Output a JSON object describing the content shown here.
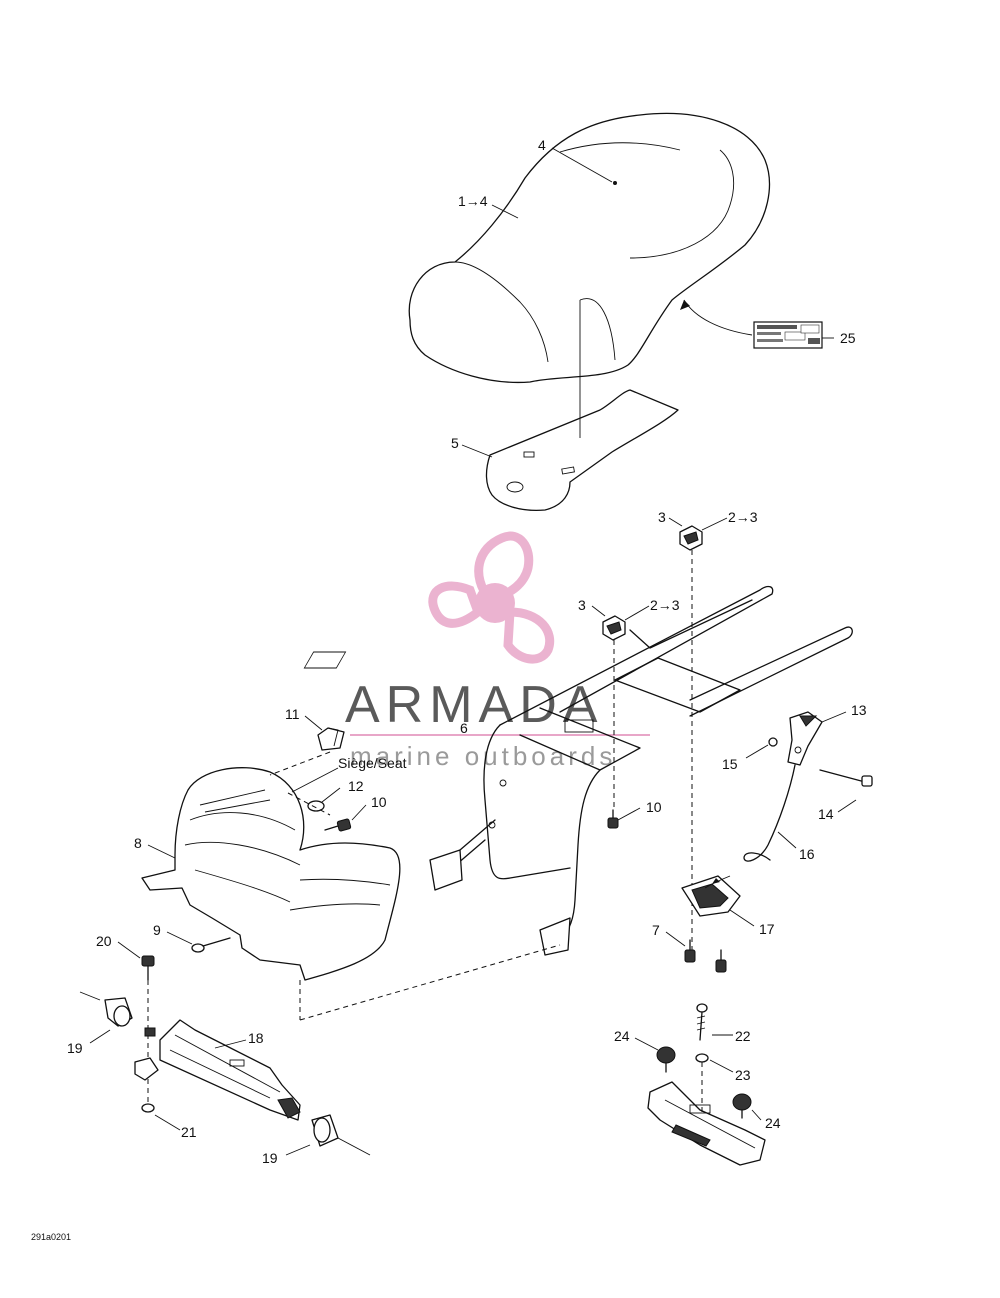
{
  "callouts": {
    "c4": "4",
    "c1to4": "1→4",
    "c25": "25",
    "c5": "5",
    "c3a": "3",
    "c2to3a": "2→3",
    "c3b": "3",
    "c2to3b": "2→3",
    "c6": "6",
    "c11": "11",
    "seat_label": "Siège/Seat",
    "c12": "12",
    "c10a": "10",
    "c10b": "10",
    "c13": "13",
    "c15": "15",
    "c14": "14",
    "c16": "16",
    "c8": "8",
    "c17": "17",
    "c7": "7",
    "c9": "9",
    "c20": "20",
    "c18": "18",
    "c19a": "19",
    "c19b": "19",
    "c21": "21",
    "c22": "22",
    "c24a": "24",
    "c23": "23",
    "c24b": "24"
  },
  "drawing_code": "291a0201",
  "watermark": {
    "title": "ARMADA",
    "subtitle": "marine outboards",
    "logo_color": "#e8a6c8"
  }
}
